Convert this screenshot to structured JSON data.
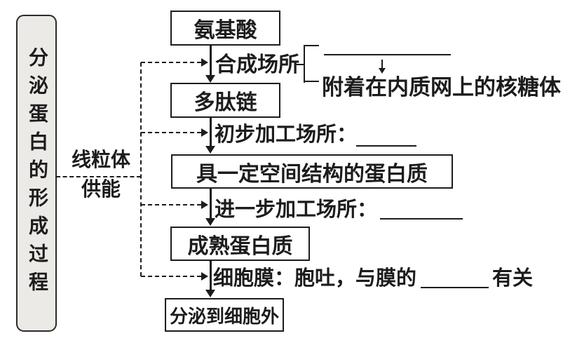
{
  "diagram": {
    "sidebar_title": "分泌蛋白的形成过程",
    "energy": {
      "line1": "线粒体",
      "line2": "供能"
    },
    "nodes": {
      "amino_acid": "氨基酸",
      "polypeptide": "多肽链",
      "spatial_protein": "具一定空间结构的蛋白质",
      "mature_protein": "成熟蛋白质",
      "secreted": "分泌到细胞外"
    },
    "steps": {
      "synthesis_label": "合成场所",
      "synthesis_note": "附着在内质网上的核糖体",
      "initial_label": "初步加工场所：",
      "further_label": "进一步加工场所：",
      "membrane_prefix": "细胞膜：胞吐，与膜的",
      "membrane_suffix": "有关"
    }
  },
  "colors": {
    "line": "#1c1c1c",
    "sidebar_fill": "#eceae6",
    "background": "#ffffff"
  }
}
